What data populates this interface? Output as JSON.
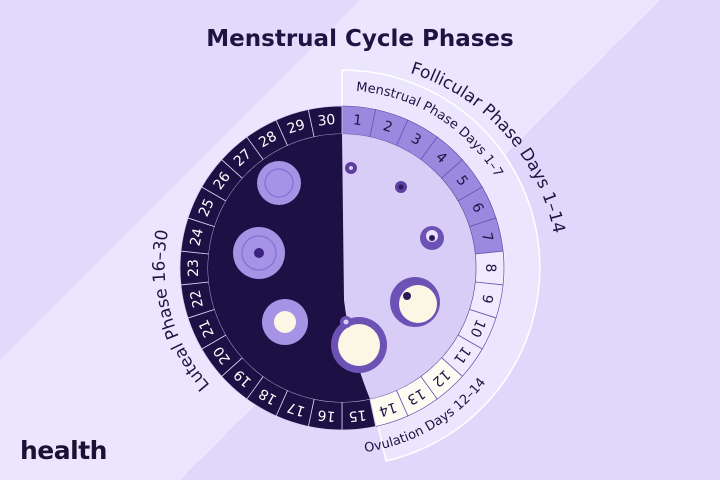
{
  "title": "Menstrual Cycle Phases",
  "logo": "health",
  "labels": {
    "menstrual": "Menstrual Phase Days 1–7",
    "follicular": "Follicular Phase Days 1–14",
    "ovulation": "Ovulation Days 12–14",
    "luteal": "Luteal Phase 16–30"
  },
  "days": [
    "1",
    "2",
    "3",
    "4",
    "5",
    "6",
    "7",
    "8",
    "9",
    "10",
    "11",
    "12",
    "13",
    "14",
    "15",
    "16",
    "17",
    "18",
    "19",
    "20",
    "21",
    "22",
    "23",
    "24",
    "25",
    "26",
    "27",
    "28",
    "29",
    "30"
  ],
  "phase_ranges": {
    "menstrual": [
      1,
      7
    ],
    "follicular": [
      1,
      14
    ],
    "ovulation": [
      12,
      14
    ],
    "luteal": [
      16,
      30
    ]
  },
  "colors": {
    "dark": "#1d1044",
    "menstrual": "#9b88df",
    "follicular": "#efeafd",
    "ovulation": "#fdfcf3",
    "inner_light": "#d8cdf6",
    "band": "#ebe5fd"
  }
}
